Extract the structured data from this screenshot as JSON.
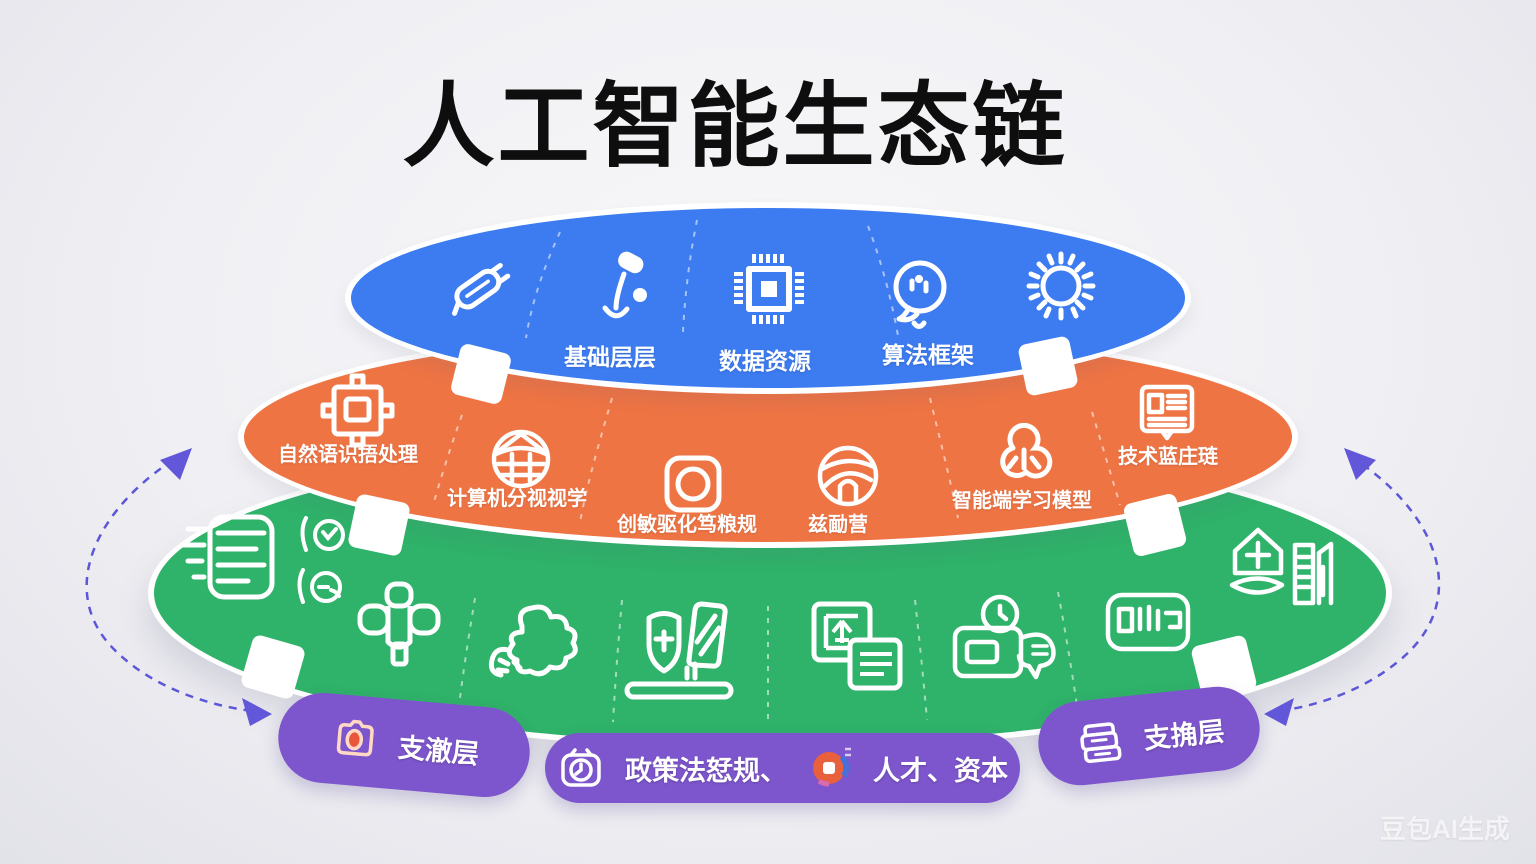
{
  "title": "人工智能生态链",
  "watermark": "豆包AI生成",
  "colors": {
    "blue_layer": "#3C7BF0",
    "orange_layer": "#EE7444",
    "green_layer": "#2FB269",
    "support_purple": "#7D55CC",
    "arrow_dash": "#5B57D8",
    "background": "#EFEFF3",
    "title_text": "#0E0E0E"
  },
  "blue_layer": {
    "labels": [
      "基础层层",
      "数据资源",
      "算法框架"
    ],
    "icons": [
      "pen-icon",
      "microphone-icon",
      "chip-icon",
      "speech-balloon-icon",
      "sun-icon"
    ]
  },
  "orange_layer": {
    "items": [
      {
        "icon": "puzzle-chip-icon",
        "label": "自然语识捂处理"
      },
      {
        "icon": "globe-grid-icon",
        "label": "计算机分视视学"
      },
      {
        "icon": "camera-frame-icon",
        "label": "创敏驱化笃粮规"
      },
      {
        "icon": "sphere-icon",
        "label": "兹勔营"
      },
      {
        "icon": "clover-icon",
        "label": "智能端学习模型"
      },
      {
        "icon": "document-lines-icon",
        "label": "技术蓝庄琏"
      }
    ]
  },
  "green_layer": {
    "icons": [
      "server-stack-icon",
      "sync-circle-icon",
      "sync-circle-icon",
      "person-cross-icon",
      "flower-cloud-icon",
      "shield-screen-icon",
      "medical-document-icon",
      "monitor-chat-icon",
      "signboard-icon",
      "buildings-icon"
    ]
  },
  "support_layer": {
    "pills": [
      {
        "icon": "camera-icon",
        "label": "支澈层"
      },
      {
        "icon": "camera-clock-icon",
        "label": "政策法恏规、",
        "icon2": "color-wheel-icon",
        "label2": "人才、资本"
      },
      {
        "icon": "cards-stack-icon",
        "label": "支捔层"
      }
    ]
  }
}
